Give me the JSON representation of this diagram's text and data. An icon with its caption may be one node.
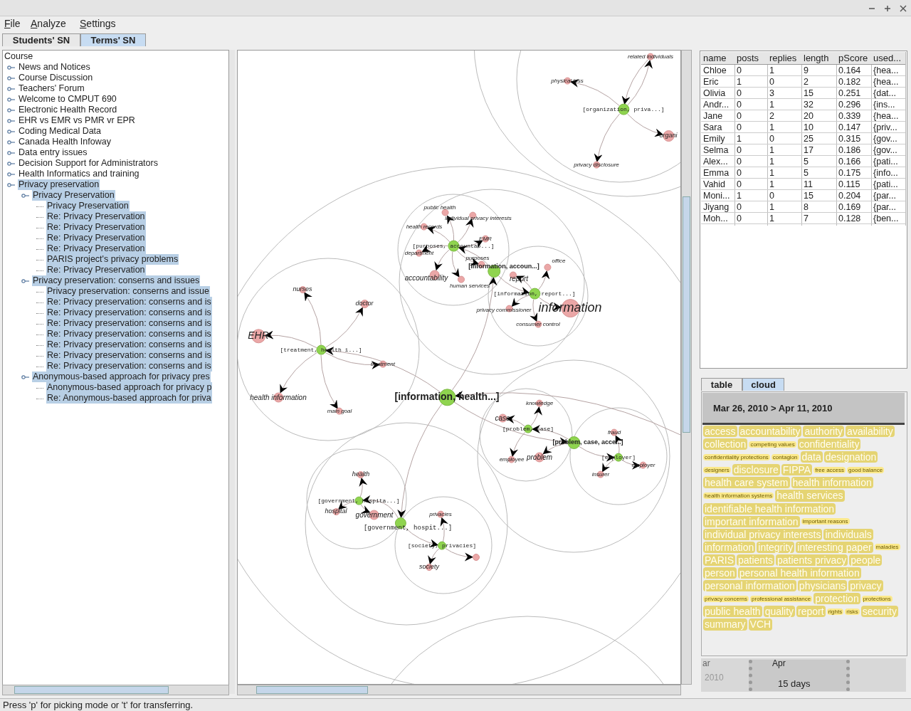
{
  "diagram": {
    "nodes": [
      {
        "text": [
          "[organization, priva...]"
        ]
      },
      {
        "text": [
          "related individuals"
        ]
      },
      {
        "text": [
          "physical loss"
        ]
      },
      {
        "text": [
          "organi"
        ]
      },
      {
        "text": [
          "privacy disclosure"
        ]
      },
      {
        "text": [
          "[purposes, accountab...]"
        ]
      },
      {
        "text": [
          "public health"
        ]
      },
      {
        "text": [
          "individual privacy interests"
        ]
      },
      {
        "text": [
          "health records"
        ]
      },
      {
        "text": [
          "EMR"
        ]
      },
      {
        "text": [
          "department"
        ]
      },
      {
        "text": [
          "accountability"
        ]
      },
      {
        "text": [
          "human services"
        ]
      },
      {
        "text": [
          "purposes"
        ]
      },
      {
        "text": [
          "[information, accoun...]"
        ]
      },
      {
        "text": [
          "report"
        ]
      },
      {
        "text": [
          "office"
        ]
      },
      {
        "text": [
          "[information, report...]"
        ]
      },
      {
        "text": [
          "information"
        ]
      },
      {
        "text": [
          "privacy commissioner"
        ]
      },
      {
        "text": [
          "consumer control"
        ]
      },
      {
        "text": [
          "[information, health...]"
        ]
      },
      {
        "text": [
          "[treatment, health i...]"
        ]
      },
      {
        "text": [
          "nurses"
        ]
      },
      {
        "text": [
          "doctor"
        ]
      },
      {
        "text": [
          "EHR"
        ]
      },
      {
        "text": [
          "health information"
        ]
      },
      {
        "text": [
          "main goal"
        ]
      },
      {
        "text": [
          "treatment"
        ]
      },
      {
        "text": [
          "[problem, case]"
        ]
      },
      {
        "text": [
          "knowledge"
        ]
      },
      {
        "text": [
          "case"
        ]
      },
      {
        "text": [
          "employee"
        ]
      },
      {
        "text": [
          "problem"
        ]
      },
      {
        "text": [
          "[problem, case, acce...]"
        ]
      },
      {
        "text": [
          "fraud"
        ]
      },
      {
        "text": [
          "[employer]"
        ]
      },
      {
        "text": [
          "insurer"
        ]
      },
      {
        "text": [
          "employer"
        ]
      },
      {
        "text": [
          "[government, hospita...]"
        ]
      },
      {
        "text": [
          "health"
        ]
      },
      {
        "text": [
          "hospital"
        ]
      },
      {
        "text": [
          "government"
        ]
      },
      {
        "text": [
          "[government, hospit...]"
        ]
      },
      {
        "text": [
          "privacies"
        ]
      },
      {
        "text": [
          "[society, privacies]"
        ]
      },
      {
        "text": [
          "society"
        ]
      },
      {
        "text": [],
        "shape": "circle"
      }
    ],
    "edges": [
      {
        "from": 0,
        "to": 1,
        "arrow": "to"
      },
      {
        "from": 1,
        "to": 0,
        "arrow": "to"
      },
      {
        "from": 0,
        "to": 2,
        "arrow": "to"
      },
      {
        "from": 0,
        "to": 3,
        "arrow": "to"
      },
      {
        "from": 0,
        "to": 4,
        "arrow": "to"
      },
      {
        "from": 5,
        "to": 6,
        "arrow": "to"
      },
      {
        "from": 5,
        "to": 7,
        "arrow": "to"
      },
      {
        "from": 5,
        "to": 8,
        "arrow": "to"
      },
      {
        "from": 5,
        "to": 9,
        "arrow": "to"
      },
      {
        "from": 5,
        "to": 10,
        "arrow": "to"
      },
      {
        "from": 5,
        "to": 11,
        "arrow": "to"
      },
      {
        "from": 5,
        "to": 12,
        "arrow": "to"
      },
      {
        "from": 14,
        "to": 5,
        "arrow": "to"
      },
      {
        "from": 5,
        "to": 13,
        "arrow": "to"
      },
      {
        "from": 17,
        "to": 15,
        "arrow": "to"
      },
      {
        "from": 17,
        "to": 16,
        "arrow": "to"
      },
      {
        "from": 17,
        "to": 18,
        "arrow": "to"
      },
      {
        "from": 17,
        "to": 19,
        "arrow": "to"
      },
      {
        "from": 17,
        "to": 20,
        "arrow": "to"
      },
      {
        "from": 21,
        "to": 14,
        "arrow": "to"
      },
      {
        "from": 22,
        "to": 23,
        "arrow": "to"
      },
      {
        "from": 22,
        "to": 24,
        "arrow": "to"
      },
      {
        "from": 22,
        "to": 25,
        "arrow": "to"
      },
      {
        "from": 22,
        "to": 26,
        "arrow": "to"
      },
      {
        "from": 22,
        "to": 27,
        "arrow": "to"
      },
      {
        "from": 22,
        "to": 28,
        "arrow": "to"
      },
      {
        "from": 21,
        "to": 22,
        "arrow": "to"
      },
      {
        "from": null,
        "to": 21,
        "arrow": "to"
      },
      {
        "from": 29,
        "to": 30,
        "arrow": "to"
      },
      {
        "from": 29,
        "to": 31,
        "arrow": "to"
      },
      {
        "from": 29,
        "to": 32,
        "arrow": "to"
      },
      {
        "from": 34,
        "to": 29,
        "arrow": "to"
      },
      {
        "from": 21,
        "to": 34,
        "arrow": "to"
      },
      {
        "from": 34,
        "to": 36,
        "arrow": "to"
      },
      {
        "from": 36,
        "to": 35,
        "arrow": "to"
      },
      {
        "from": 36,
        "to": 37,
        "arrow": "to"
      },
      {
        "from": 36,
        "to": 38,
        "arrow": "to"
      },
      {
        "from": 39,
        "to": 40,
        "arrow": "to"
      },
      {
        "from": 39,
        "to": 41,
        "arrow": "to"
      },
      {
        "from": 43,
        "to": 39,
        "arrow": "to"
      },
      {
        "from": 39,
        "to": 42,
        "arrow": "to"
      },
      {
        "from": 21,
        "to": 43,
        "arrow": "to"
      },
      {
        "from": 43,
        "to": 45,
        "arrow": "to"
      },
      {
        "from": 45,
        "to": 44,
        "arrow": "to"
      },
      {
        "from": 45,
        "to": 46,
        "arrow": "to"
      },
      {
        "from": 45,
        "to": 47,
        "arrow": "to"
      },
      {
        "from": 14,
        "to": 17,
        "arrow": "to"
      },
      {
        "from": 34,
        "to": 33,
        "arrow": "to"
      }
    ],
    "labels": [
      "File",
      "Analyze",
      "Settings",
      "Students' SN",
      "Terms' SN",
      "Course",
      "News and Notices",
      "Course Discussion",
      "Teachers' Forum",
      "Welcome to CMPUT 690",
      "Electronic Health Record",
      "EHR vs EMR vs PMR vr EPR",
      "Coding Medical Data",
      "Canada Health Infoway",
      "Data entry issues",
      "Decision Support for Administrators",
      "Health Informatics and training",
      "Privacy preservation",
      "Privacy Preservation",
      "Privacy Preservation",
      "Re: Privacy Preservation",
      "Re: Privacy Preservation",
      "Re: Privacy Preservation",
      "Re: Privacy Preservation",
      "PARIS project's privacy problems",
      "Re: Privacy Preservation",
      "Privacy preservation: conserns and issues",
      "Privacy preservation: conserns and issue",
      "Re: Privacy preservation: conserns and is",
      "Re: Privacy preservation: conserns and is",
      "Re: Privacy preservation: conserns and is",
      "Re: Privacy preservation: conserns and is",
      "Re: Privacy preservation: conserns and is",
      "Re: Privacy preservation: conserns and is",
      "Re: Privacy preservation: conserns and is",
      "Anonymous-based approach for privacy pres",
      "Anonymous-based approach for privacy p",
      "Re: Anonymous-based approach for priva",
      "name",
      "posts",
      "replies",
      "length",
      "pScore",
      "used...",
      "Chloe",
      "0",
      "1",
      "9",
      "0.164",
      "{hea...",
      "Eric",
      "1",
      "0",
      "2",
      "0.182",
      "{hea...",
      "Olivia",
      "0",
      "3",
      "15",
      "0.251",
      "{dat...",
      "Andr...",
      "0",
      "1",
      "32",
      "0.296",
      "{ins...",
      "Jane",
      "0",
      "2",
      "20",
      "0.339",
      "{hea...",
      "Sara",
      "0",
      "1",
      "10",
      "0.147",
      "{priv...",
      "Emily",
      "1",
      "0",
      "25",
      "0.315",
      "{gov...",
      "Selma",
      "0",
      "1",
      "17",
      "0.186",
      "{gov...",
      "Alex...",
      "0",
      "1",
      "5",
      "0.166",
      "{pati...",
      "Emma",
      "0",
      "1",
      "5",
      "0.175",
      "{info...",
      "Vahid",
      "0",
      "1",
      "11",
      "0.115",
      "{pati...",
      "Moni...",
      "1",
      "0",
      "15",
      "0.204",
      "{par...",
      "Jiyang",
      "0",
      "1",
      "8",
      "0.169",
      "{par...",
      "Moh...",
      "0",
      "1",
      "7",
      "0.128",
      "{ben...",
      "table",
      "cloud",
      "Mar 26, 2010 > Apr 11, 2010",
      "access",
      "accountability",
      "authority",
      "availability",
      "collection",
      "competing values",
      "confidentiality",
      "confidentiality protections",
      "contagion",
      "data",
      "designation",
      "designers",
      "disclosure",
      "FIPPA",
      "free access",
      "good balance",
      "health care system",
      "health information",
      "health information systems",
      "health services",
      "identifiable health information",
      "important information",
      "important reasons",
      "individual privacy interests",
      "individuals",
      "information",
      "integrity",
      "interesting paper",
      "maladies",
      "PARIS",
      "patients",
      "patients privacy",
      "people",
      "person",
      "personal health information",
      "personal information",
      "physicians",
      "privacy",
      "privacy concerns",
      "professional assistance",
      "protection",
      "protections",
      "public health",
      "quality",
      "report",
      "rights",
      "risks",
      "security",
      "summary",
      "VCH",
      "ar",
      "2010",
      "Apr",
      "15 days",
      "Press 'p' for picking mode or 't' for transferring."
    ]
  }
}
